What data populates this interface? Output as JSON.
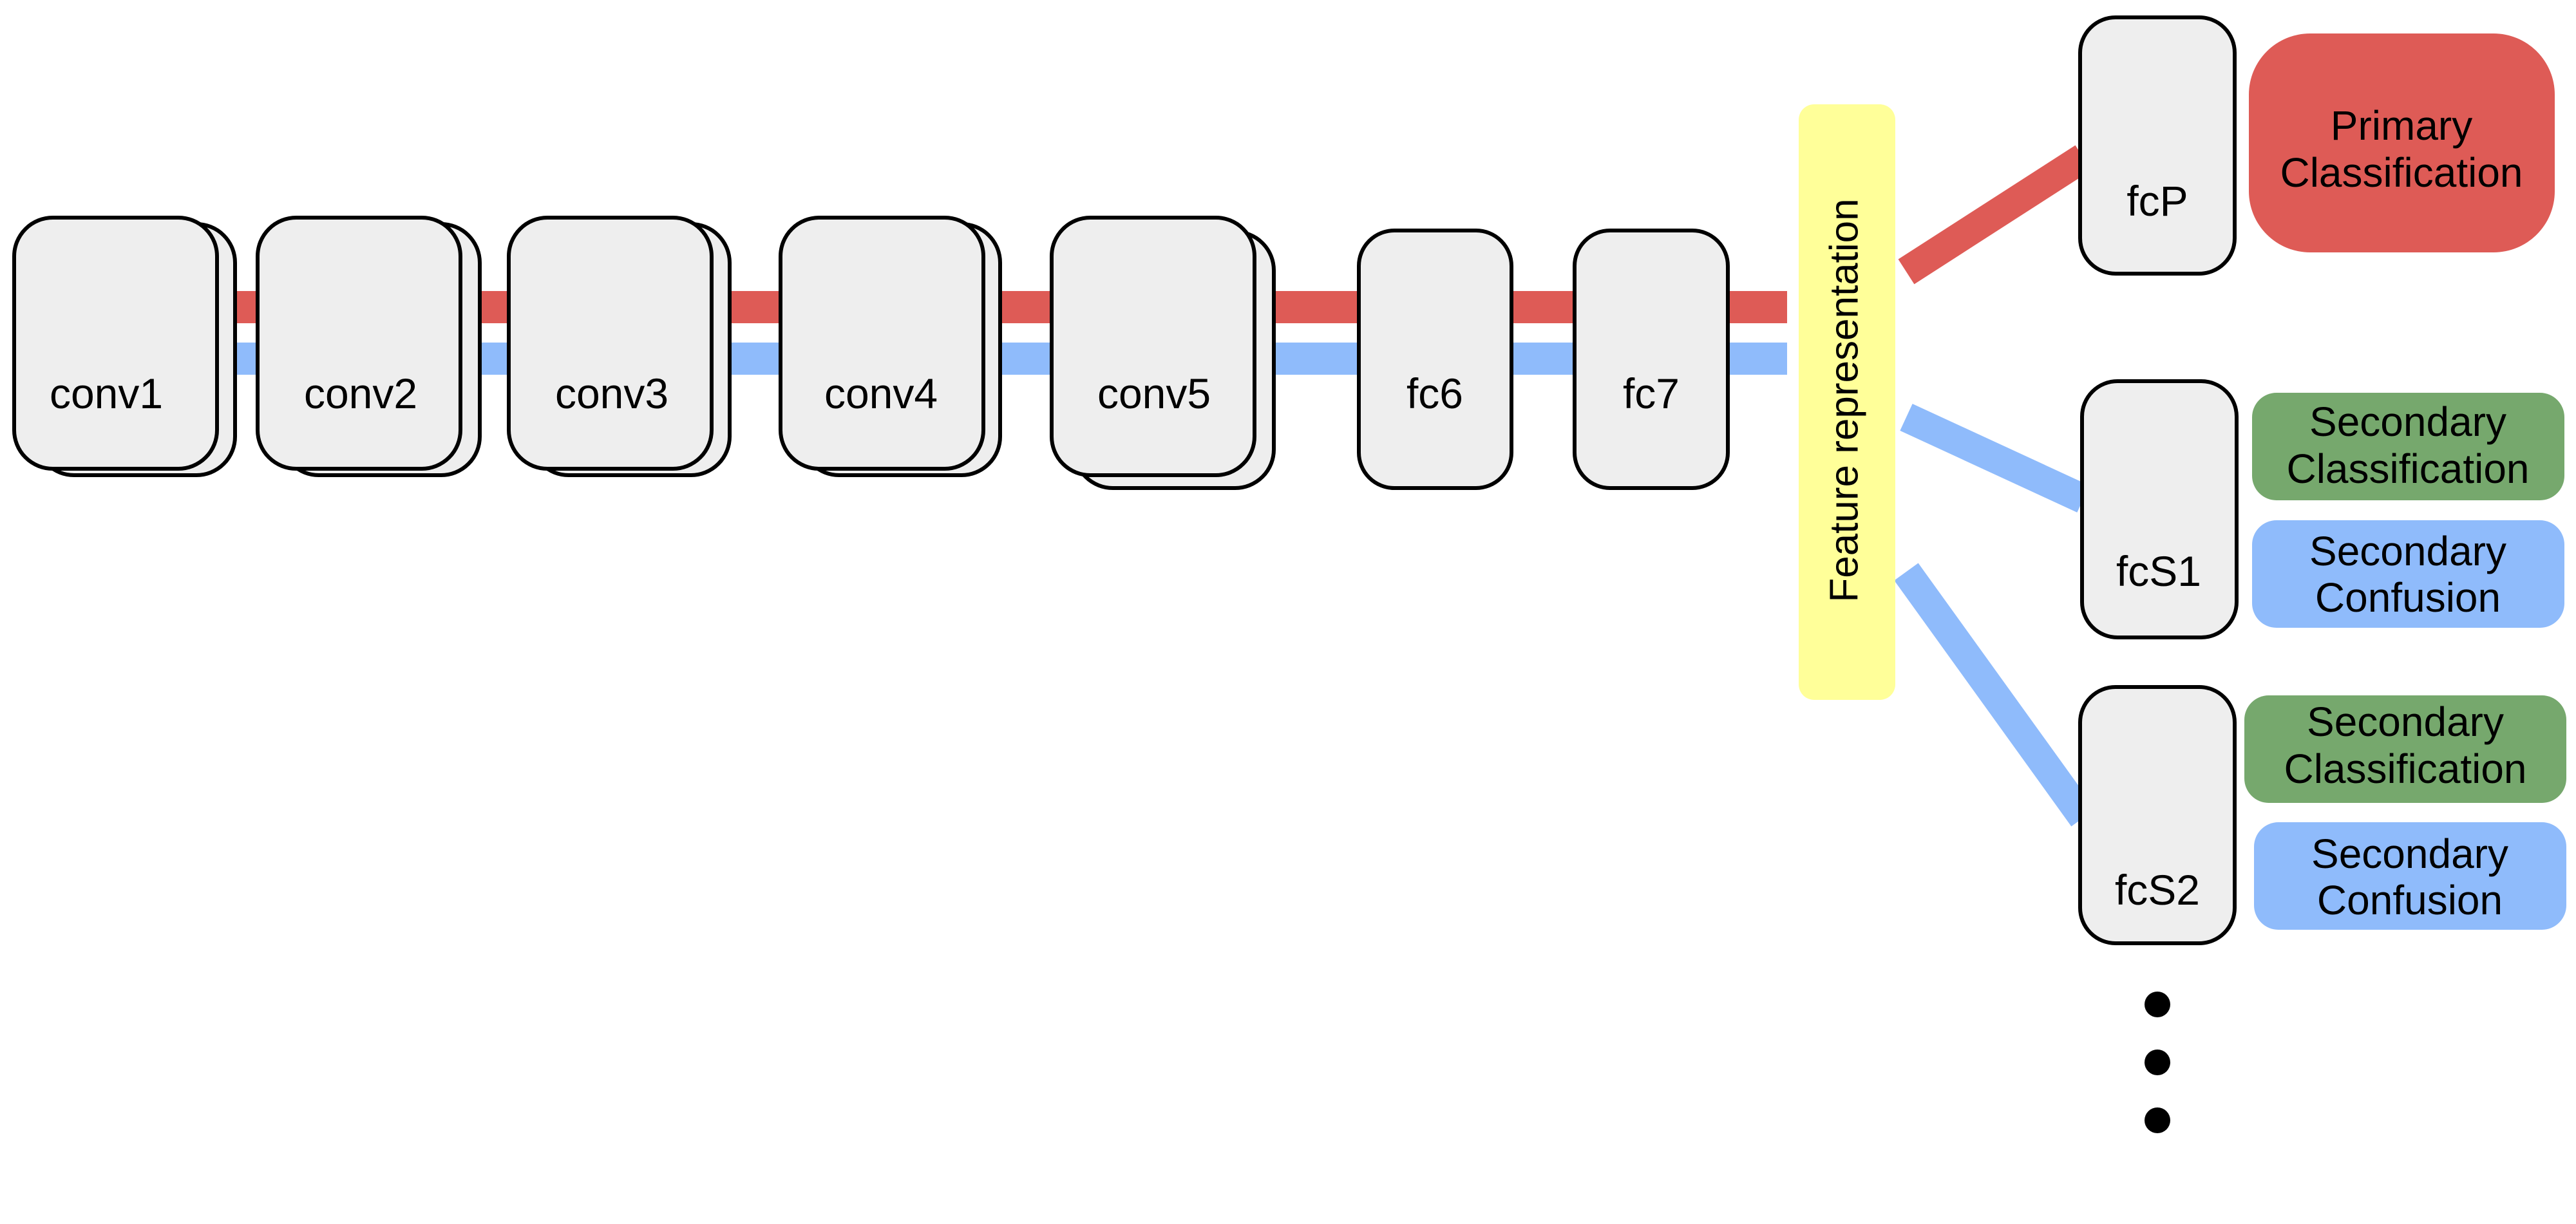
{
  "colors": {
    "primary_path": "#de5b56",
    "secondary_path": "#8fbbfb",
    "node_fill": "#eeeeee",
    "node_stroke": "#000000",
    "feature_fill": "#ffff99",
    "primary_box": "#de5b56",
    "secondary_classification_box": "#76a86d",
    "secondary_confusion_box": "#8fbbfb"
  },
  "layers": {
    "conv1": "conv1",
    "conv2": "conv2",
    "conv3": "conv3",
    "conv4": "conv4",
    "conv5": "conv5",
    "fc6": "fc6",
    "fc7": "fc7"
  },
  "feature_representation": "Feature representation",
  "heads": {
    "fcP": "fcP",
    "fcS1": "fcS1",
    "fcS2": "fcS2"
  },
  "outputs": {
    "primary_classification": [
      "Primary",
      "Classification"
    ],
    "secondary_classification_1": [
      "Secondary",
      "Classification"
    ],
    "secondary_confusion_1": [
      "Secondary",
      "Confusion"
    ],
    "secondary_classification_2": [
      "Secondary",
      "Classification"
    ],
    "secondary_confusion_2": [
      "Secondary",
      "Confusion"
    ]
  }
}
